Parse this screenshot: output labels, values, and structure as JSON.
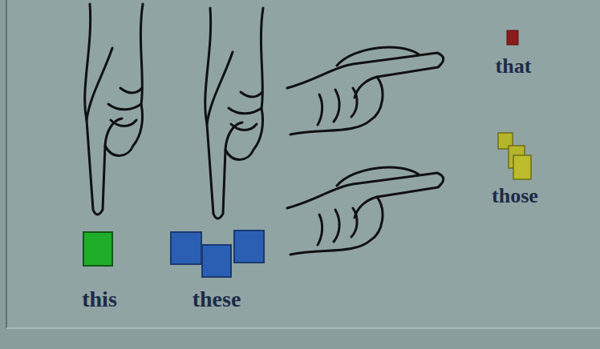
{
  "diagram": {
    "labels": [
      "this",
      "these",
      "that",
      "those"
    ]
  }
}
